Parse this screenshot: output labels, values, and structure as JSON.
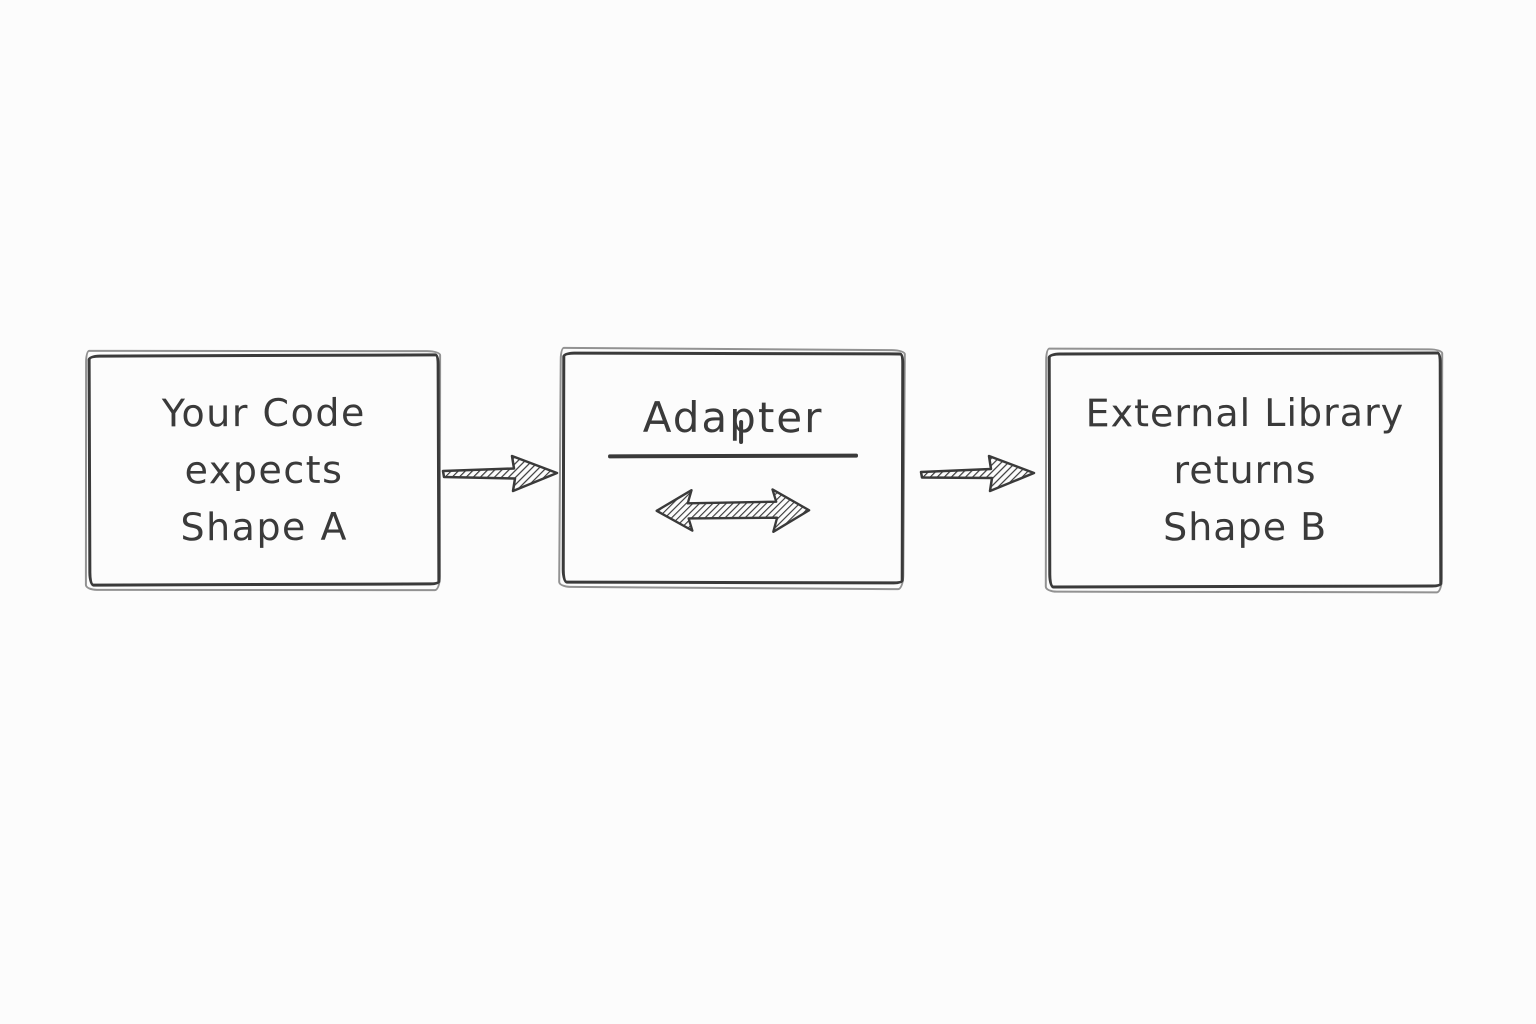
{
  "theme": {
    "background_color": "#fcfcfc",
    "ink_color": "#3a3a3a",
    "style": "hand-drawn sketch"
  },
  "diagram": {
    "type": "flow",
    "boxes": [
      {
        "id": "your-code",
        "lines": [
          "Your Code",
          "expects",
          "Shape A"
        ]
      },
      {
        "id": "adapter",
        "title": "Adapter",
        "icon": "bidirectional-arrow-icon"
      },
      {
        "id": "external-library",
        "lines": [
          "External Library",
          "returns",
          "Shape B"
        ]
      }
    ],
    "connectors": [
      {
        "from": "your-code",
        "to": "adapter",
        "icon": "right-arrow-icon"
      },
      {
        "from": "adapter",
        "to": "external-library",
        "icon": "right-arrow-icon"
      }
    ]
  }
}
